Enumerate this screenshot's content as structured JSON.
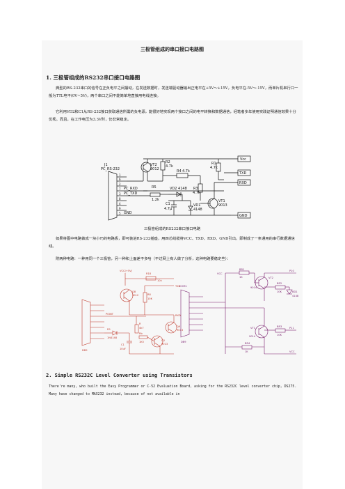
{
  "doc": {
    "title": "三极管组成的串口接口电路图",
    "section1_heading": "1. 三极管组成的RS232串口接口电路图",
    "para1": "典型的RS-232串口的信号在正负电平之间摆动，在发送数据时，发送端驱动器输出正电平在+5V～+15V，负电平在-5V～-15V，而单片机串行口一般为TTL电平(0V~5V)，两个串口之间不能简单地直接用电线连接。",
    "para2": "它利用VD2和C1从RS-232接口获取通信所需的负电源，能很好地实现两个接口之间的电平转换和数据通信，经笔者多年使用实践证明通信效果十分优秀。而且，在工作电压为3.3V时，仍非常稳定。",
    "caption": "三极管组成的RS232串口接口电路",
    "para3": "如果将图中电路做成一块小巧的电路板，即可装进RS-232插座，用四芯线缆将VCC、TXD、RXD、GND引出，即制成了一条通用的串行数据通信线。",
    "para4": "附两种电路：一种用同一个三极管，另一种和上面差不多哈（不过网上有人做了分析，这种电路要稳定些）：",
    "section2_heading": "2. Simple RS232C Level Converter using Transistors",
    "en_para": "There're many, who built the Easy Programmer or C-52 Evaluation Board, asking for the RS232C level converter chip, DS275. Many have changed to MAX232 instead, because of not available in"
  },
  "fig1": {
    "j1": "J1",
    "j1_name": "PC_RS-232",
    "pins": [
      "1",
      "6",
      "2",
      "7",
      "3",
      "8",
      "4",
      "9",
      "5"
    ],
    "pc_rxd": "PC_RXD",
    "pc_txd": "PC_TXD",
    "gnd": "GND",
    "vt2": "VT2",
    "vt2_type": "9012",
    "r2": "R2",
    "r2_val": "4.7k",
    "r4": "R4",
    "r4_val": "4.7k",
    "r1": "R1",
    "r1_val": "4.7k",
    "r5": "R5",
    "r5_val": "1.2k",
    "vd2": "VD2 4148",
    "r3": "R3",
    "r3_val": "4.7k",
    "c1": "C1",
    "c1_val": "4.7μ",
    "vd1": "VD1",
    "vd1_type": "4148",
    "vt1": "VT1",
    "vt1_type": "9013",
    "vcc": "Vcc",
    "txd": "TXD",
    "rxd": "RXD",
    "gnd_out": "GND"
  },
  "fig2": {
    "vcc": "VCC(+5V)",
    "r18": "R18",
    "r18_v": "10k",
    "q": "Q8",
    "qt": "9012",
    "r8": "R8",
    "r8_v": "10K",
    "txd": "TXD",
    "rxd": "RXD",
    "point": "POINT",
    "r": "R",
    "rv": "4k7",
    "d": "D1",
    "dt": "1N4148",
    "c": "C1",
    "cv": "10uF",
    "rb": "Rb",
    "rbv": "1K5",
    "q2": "Q2",
    "q2t": "9013",
    "db9": "DB9",
    "q9": "Q9",
    "q9t": "9013"
  },
  "fig3": {
    "vcc": "VCC",
    "br1": "BR1",
    "br1_v": "1K",
    "vt2": "VT2",
    "vt2t": "9014",
    "br2": "BR2",
    "br2_v": "10K",
    "bd1": "BD1",
    "bd1t": "4148",
    "p10": "P10",
    "com": "COM1",
    "vt1": "VT1",
    "vt1t": "9014",
    "br3": "BR3",
    "br3_v": "10K",
    "br4": "BR4",
    "br4_v": "1K",
    "p11": "P11",
    "vcc2": "VCC",
    "db9": "DB9"
  }
}
